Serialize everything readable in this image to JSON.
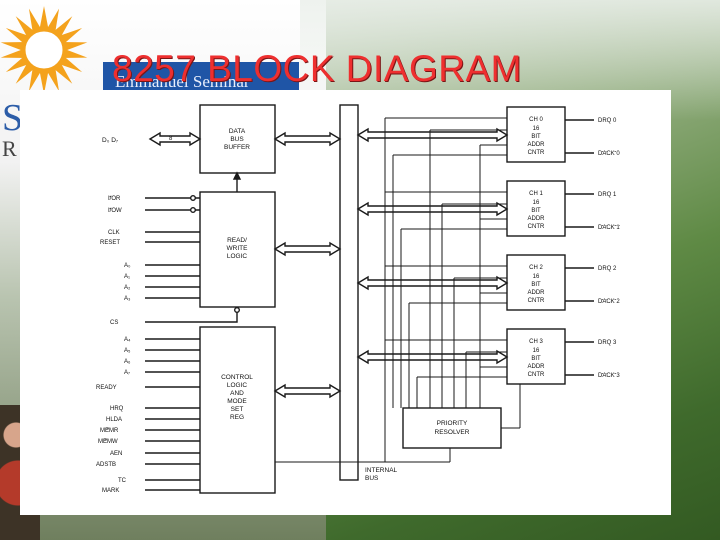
{
  "slide": {
    "title": "8257 BLOCK DIAGRAM",
    "banner_text": "Emmanuel Seminar",
    "logo_fragment": "S",
    "logo_fragment_small": "R"
  },
  "diagram": {
    "blocks": {
      "data_bus_buffer": [
        "DATA",
        "BUS",
        "BUFFER"
      ],
      "read_write_logic": [
        "READ/",
        "WRITE",
        "LOGIC"
      ],
      "control_logic": [
        "CONTROL",
        "LOGIC",
        "AND",
        "MODE",
        "SET",
        "REG"
      ],
      "priority_resolver": [
        "PRIORITY",
        "RESOLVER"
      ]
    },
    "bus_width": "8",
    "internal_bus_label": [
      "INTERNAL",
      "BUS"
    ],
    "inputs": {
      "data": "D₀ D₇",
      "ior": "I/OR",
      "iow": "I/OW",
      "clk": "CLK",
      "reset": "RESET",
      "a0": "A₀",
      "a1": "A₁",
      "a2": "A₂",
      "a3": "A₃",
      "cs": "CS",
      "a4": "A₄",
      "a5": "A₅",
      "a6": "A₆",
      "a7": "A₇",
      "ready": "READY",
      "hrq": "HRQ",
      "hlda": "HLDA",
      "memr": "MEMR",
      "memw": "MEMW",
      "aen": "AEN",
      "adstb": "ADSTB",
      "tc": "TC",
      "mark": "MARK"
    },
    "channels": [
      {
        "lines": [
          "CH 0",
          "16",
          "BIT",
          "ADDR",
          "CNTR"
        ],
        "drq": "DRQ 0",
        "dack": "DACK 0"
      },
      {
        "lines": [
          "CH 1",
          "16",
          "BIT",
          "ADDR",
          "CNTR"
        ],
        "drq": "DRQ 1",
        "dack": "DACK 1"
      },
      {
        "lines": [
          "CH 2",
          "16",
          "BIT",
          "ADDR",
          "CNTR"
        ],
        "drq": "DRQ 2",
        "dack": "DACK 2"
      },
      {
        "lines": [
          "CH 3",
          "16",
          "BIT",
          "ADDR",
          "CNTR"
        ],
        "drq": "DRQ 3",
        "dack": "DACK 3"
      }
    ]
  }
}
